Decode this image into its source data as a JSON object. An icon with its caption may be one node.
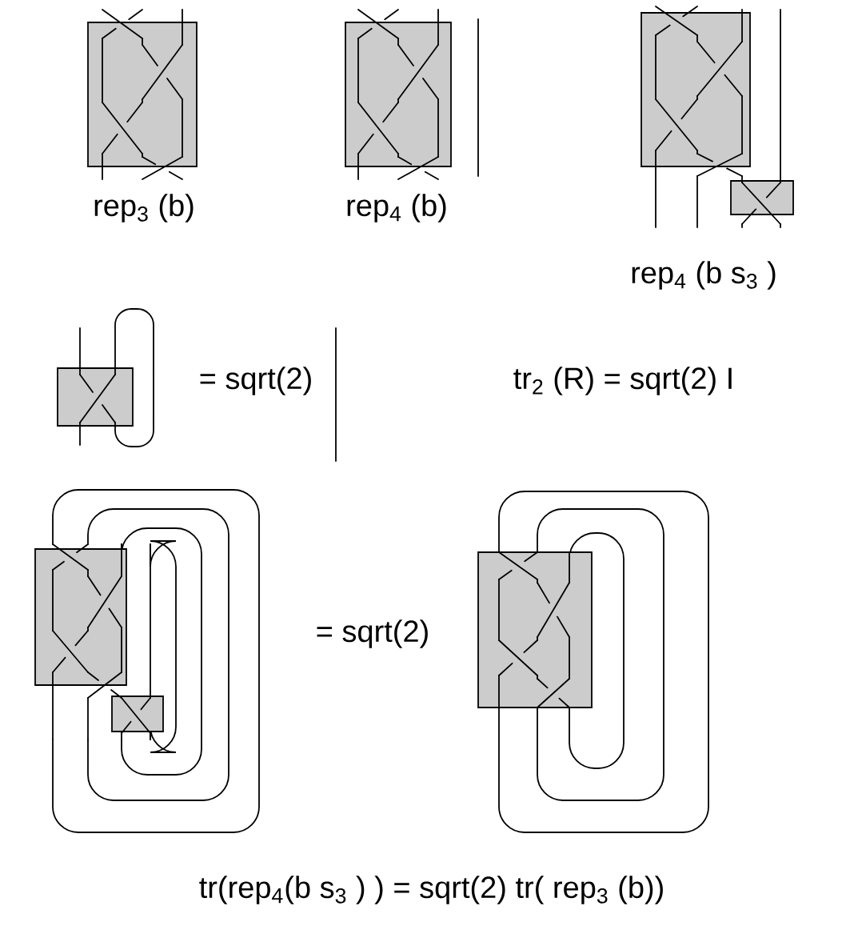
{
  "diagram": {
    "labels": [
      "rep$_{3}$ (b)",
      "rep$_{4}$ (b)",
      "rep$_{4}$ (b s$_{3}$ )",
      "= sqrt(2)",
      "tr$_{2}$ (R) = sqrt(2) I",
      "= sqrt(2)",
      "tr(rep$_{4}$(b s$_{3}$ ) )  =  sqrt(2) tr( rep$_{3}$ (b))"
    ]
  }
}
